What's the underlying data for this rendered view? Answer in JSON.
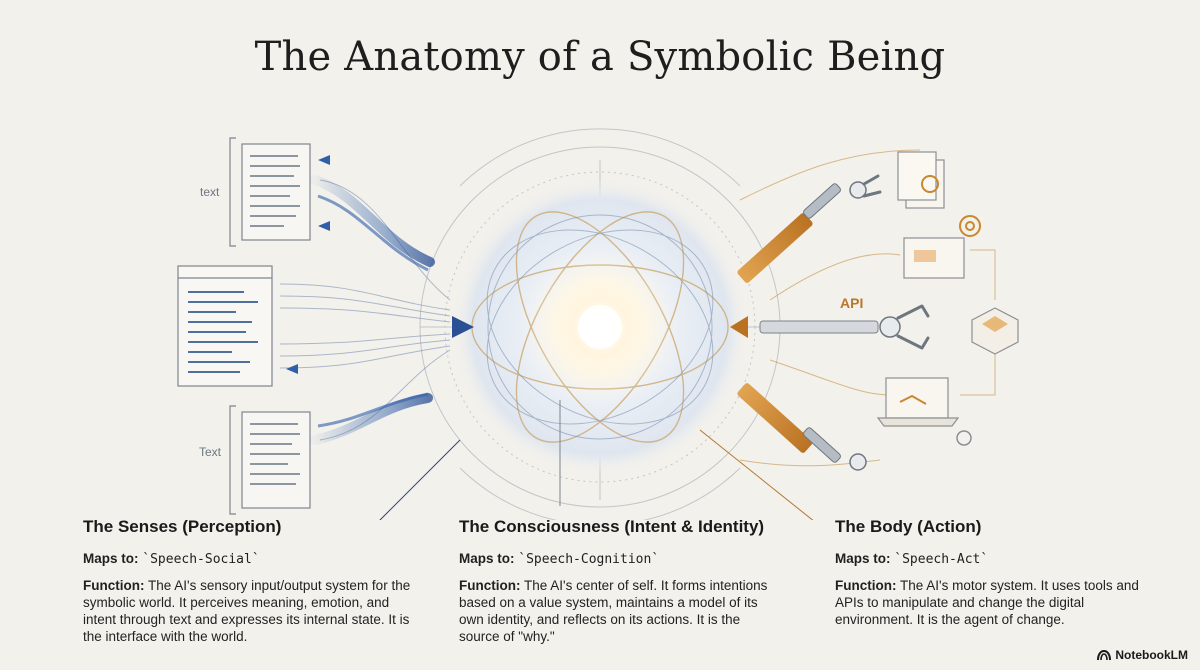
{
  "title": "The Anatomy of a Symbolic Being",
  "diagram": {
    "left_doc_top_label": "text",
    "left_doc_bottom_label": "Text",
    "api_label": "API"
  },
  "sections": [
    {
      "heading": "The Senses (Perception)",
      "maps_label": "Maps to:",
      "maps_value": "`Speech-Social`",
      "function_label": "Function:",
      "function_text": "The AI's sensory input/output system for the symbolic world. It perceives meaning, emotion, and intent through text and expresses its internal state. It is the interface with the world."
    },
    {
      "heading": "The Consciousness (Intent & Identity)",
      "maps_label": "Maps to:",
      "maps_value": "`Speech-Cognition`",
      "function_label": "Function:",
      "function_text": "The AI's center of self. It forms intentions based on a value system, maintains a model of its own identity, and reflects on its actions. It is the source of \"why.\""
    },
    {
      "heading": "The Body (Action)",
      "maps_label": "Maps to:",
      "maps_value": "`Speech-Act`",
      "function_label": "Function:",
      "function_text": "The AI's motor system. It uses tools and APIs to manipulate and change the digital environment. It is the agent of change."
    }
  ],
  "brand": "NotebookLM",
  "colors": {
    "senses_blue": "#2f5fa8",
    "body_orange": "#c9872e",
    "core_glow": "#fff7e6",
    "background": "#f3f1ec"
  }
}
